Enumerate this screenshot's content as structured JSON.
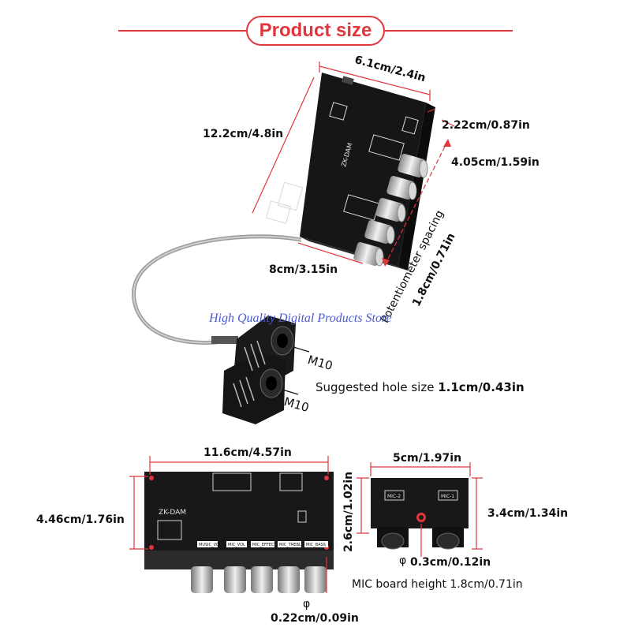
{
  "header": {
    "title": "Product size"
  },
  "top_view": {
    "width_label": "6.1cm/2.4in",
    "length_label": "12.2cm/4.8in",
    "depth_label": "8cm/3.15in",
    "height_label": "2.22cm/0.87in",
    "knob_span_label": "4.05cm/1.59in",
    "pot_spacing_label": "Potentiometer spacing",
    "pot_spacing_value": "1.8cm/0.71in",
    "board_model": "ZK-DAM"
  },
  "jacks": {
    "thread_label_1": "M10",
    "thread_label_2": "M10",
    "hole_note_text": "Suggested hole size",
    "hole_note_value": "1.1cm/0.43in"
  },
  "watermark": "High Quality Digital Products Store",
  "bottom_left": {
    "width_label": "11.6cm/4.57in",
    "height_label": "4.46cm/1.76in",
    "phi": "φ",
    "knob_dia_label": "0.22cm/0.09in",
    "board_model": "ZK-DAM",
    "knob_labels": [
      "MUSIC_VOL",
      "MIC_VOL",
      "MIC_EFFECT",
      "MIC_TREBLE",
      "MIC_BASS"
    ]
  },
  "mic_board": {
    "width_label": "5cm/1.97in",
    "left_height_label": "2.6cm/1.02in",
    "right_height_label": "3.4cm/1.34in",
    "hole_dia_phi": "φ",
    "hole_dia_label": "0.3cm/0.12in",
    "board_height_label": "MIC board height 1.8cm/0.71in",
    "jack_labels": [
      "MIC-2",
      "MIC-1"
    ]
  },
  "colors": {
    "accent": "#e0363c",
    "board": "#1b1b1d",
    "watermark": "#4a5bd0"
  }
}
